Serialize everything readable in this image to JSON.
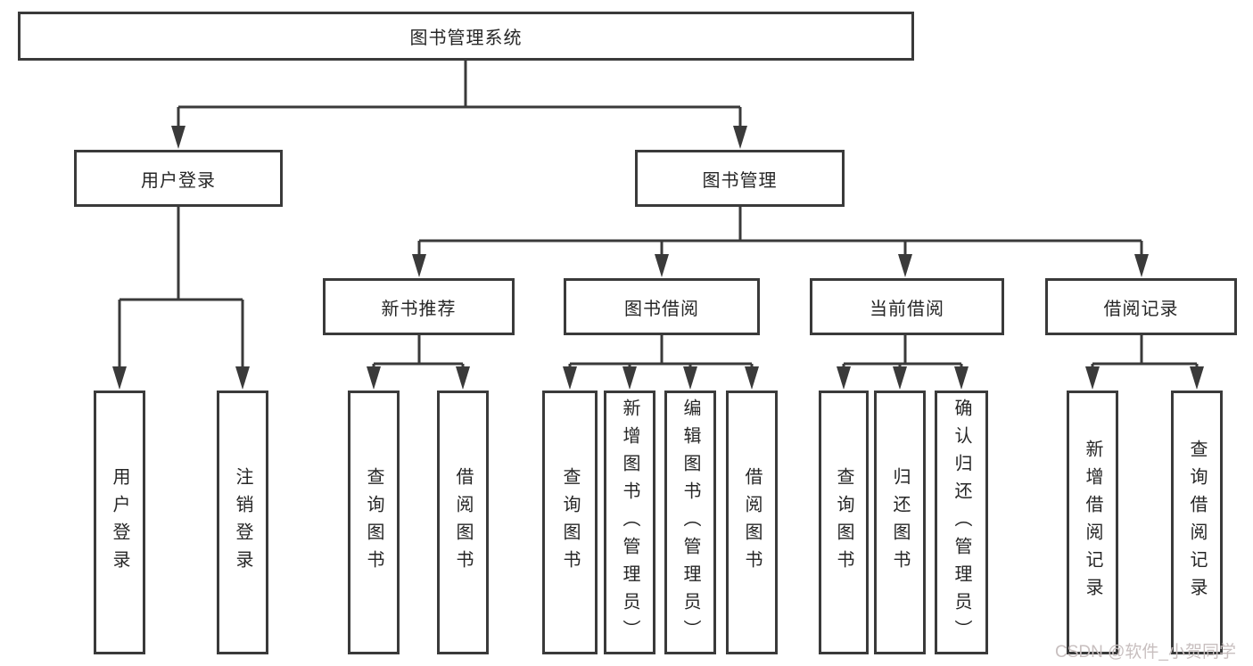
{
  "tree": {
    "root": "图书管理系统",
    "branches": [
      {
        "label": "用户登录",
        "children": [
          "用户登录",
          "注销登录"
        ]
      },
      {
        "label": "图书管理",
        "groups": [
          {
            "label": "新书推荐",
            "children": [
              "查询图书",
              "借阅图书"
            ]
          },
          {
            "label": "图书借阅",
            "children": [
              "查询图书",
              "新增图书（管理员）",
              "编辑图书（管理员）",
              "借阅图书"
            ]
          },
          {
            "label": "当前借阅",
            "children": [
              "查询图书",
              "归还图书",
              "确认归还（管理员）"
            ]
          },
          {
            "label": "借阅记录",
            "children": [
              "新增借阅记录",
              "查询借阅记录"
            ]
          }
        ]
      }
    ]
  },
  "watermark": {
    "text": "CSDN @软件_小贺同学"
  },
  "colors": {
    "line": "#3a3a3a",
    "text": "#262626",
    "watermark": "#c8bfbf",
    "background": "#ffffff"
  }
}
